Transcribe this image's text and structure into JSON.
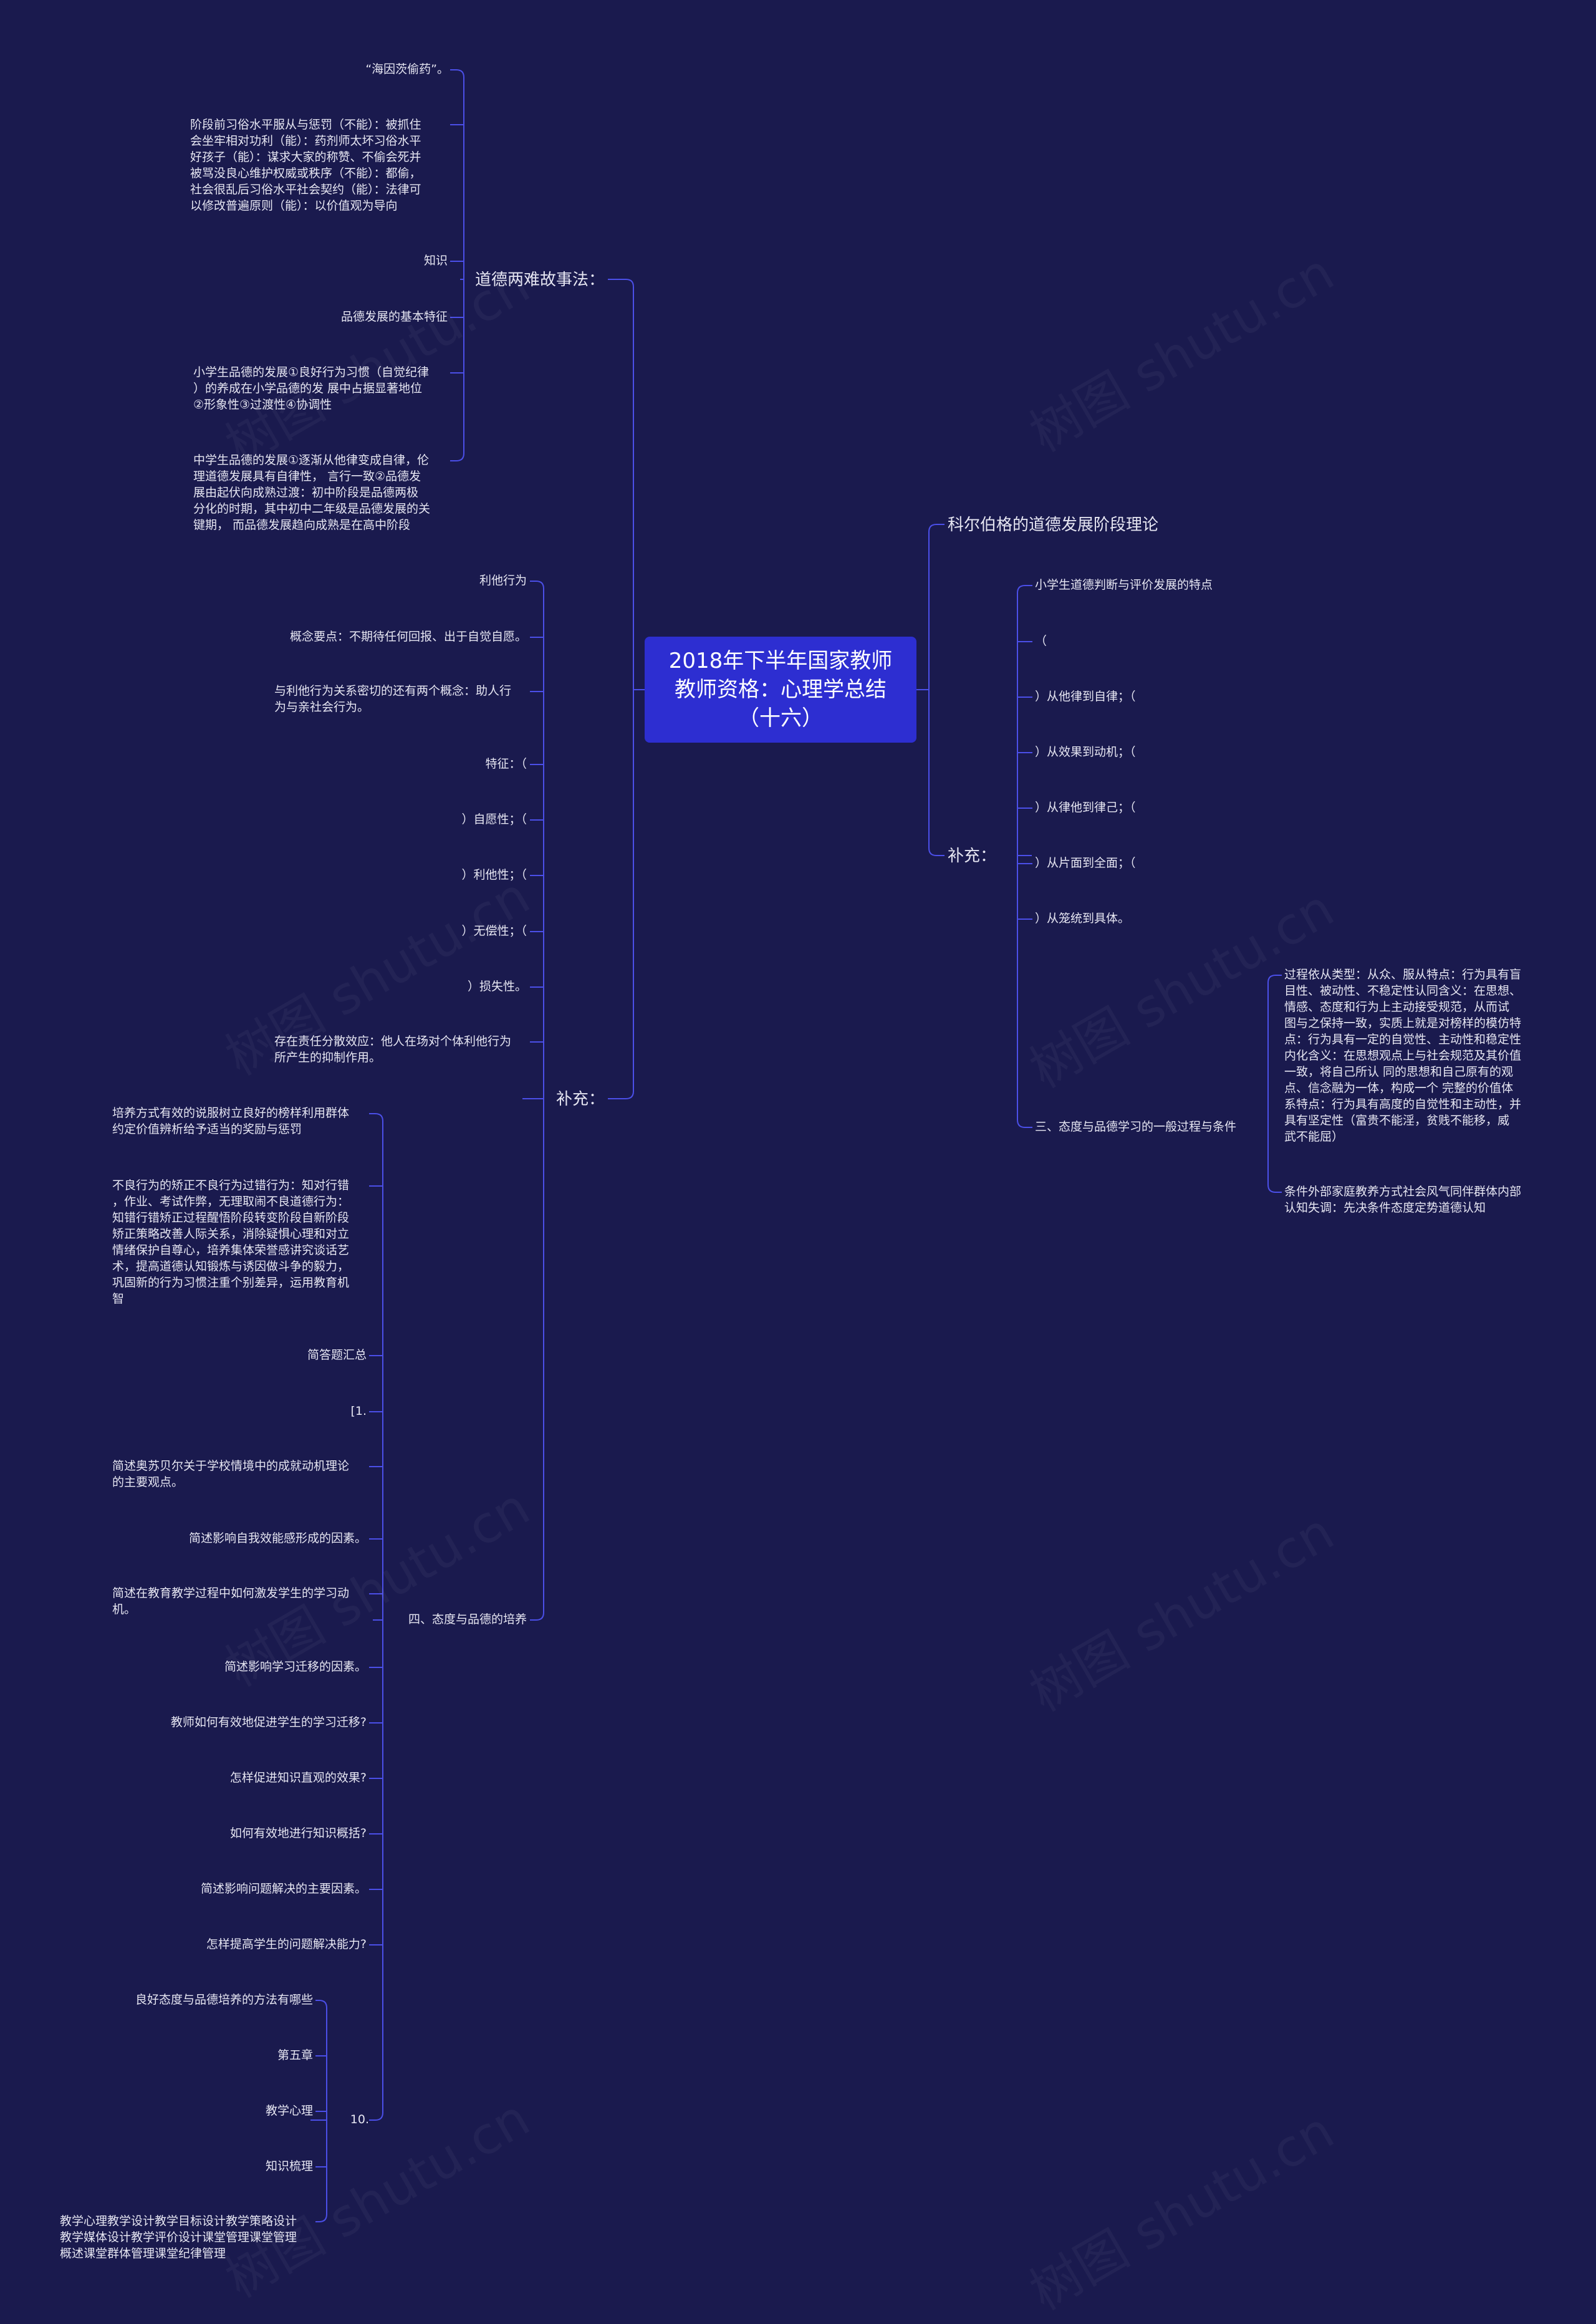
{
  "root": {
    "title": "2018年下半年国家教师教师资格：心理学总结（十六）"
  },
  "watermark": "树图 shutu.cn",
  "colors": {
    "background": "#1a1a4e",
    "root_fill": "#2d2ed1",
    "line": "#4b4fe8",
    "text": "#e6e6f2"
  },
  "left": {
    "moral_dilemma": {
      "label": "道德两难故事法：",
      "items": [
        "“海因茨偷药”。",
        "阶段前习俗水平服从与惩罚（不能）：被抓住\n会坐牢相对功利（能）：药剂师太坏习俗水平\n好孩子（能）：谋求大家的称赞、不偷会死并\n被骂没良心维护权威或秩序（不能）：都偷，\n社会很乱后习俗水平社会契约（能）：法律可\n以修改普遍原则（能）：以价值观为导向",
        "知识",
        "品德发展的基本特征",
        "小学生品德的发展①良好行为习惯（自觉纪律\n）的养成在小学品德的发 展中占据显著地位\n②形象性③过渡性④协调性",
        "中学生品德的发展①逐渐从他律变成自律，伦\n理道德发展具有自律性， 言行一致②品德发\n展由起伏向成熟过渡：初中阶段是品德两极\n分化的时期，其中初中二年级是品德发展的关\n键期， 而品德发展趋向成熟是在高中阶段"
      ]
    },
    "supplement": {
      "label": "补充：",
      "items": [
        "利他行为",
        "概念要点：不期待任何回报、出于自觉自愿。",
        "与利他行为关系密切的还有两个概念：助人行\n为与亲社会行为。",
        "特征：（",
        "）自愿性；（",
        "）利他性；（",
        "）无偿性；（",
        "）损失性。",
        "存在责任分散效应：他人在场对个体利他行为\n所产生的抑制作用。"
      ],
      "cultivation": {
        "label": "四、态度与品德的培养",
        "items": [
          "培养方式有效的说服树立良好的榜样利用群体\n约定价值辨析给予适当的奖励与惩罚",
          "不良行为的矫正不良行为过错行为：知对行错\n，作业、考试作弊，无理取闹不良道德行为：\n知错行错矫正过程醒悟阶段转变阶段自新阶段\n矫正策略改善人际关系，消除疑惧心理和对立\n情绪保护自尊心，培养集体荣誉感讲究谈话艺\n术，提高道德认知锻炼与诱因做斗争的毅力，\n巩固新的行为习惯注重个别差异，运用教育机\n智",
          "简答题汇总",
          "[1.",
          "简述奥苏贝尔关于学校情境中的成就动机理论\n的主要观点。",
          "简述影响自我效能感形成的因素。",
          "简述在教育教学过程中如何激发学生的学习动\n机。",
          "简述影响学习迁移的因素。",
          "教师如何有效地促进学生的学习迁移?",
          "怎样促进知识直观的效果?",
          "如何有效地进行知识概括?",
          "简述影响问题解决的主要因素。",
          "怎样提高学生的问题解决能力?"
        ],
        "ten": {
          "label": "10.",
          "items": [
            "良好态度与品德培养的方法有哪些",
            "第五章",
            "教学心理",
            "知识梳理",
            "教学心理教学设计教学目标设计教学策略设计\n教学媒体设计教学评价设计课堂管理课堂管理\n概述课堂群体管理课堂纪律管理"
          ]
        }
      }
    }
  },
  "right": {
    "kohlberg": {
      "label": "科尔伯格的道德发展阶段理论"
    },
    "supplement": {
      "label": "补充：",
      "items": [
        "小学生道德判断与评价发展的特点",
        "（",
        "）从他律到自律；（",
        "）从效果到动机；（",
        "）从律他到律己；（",
        "）从片面到全面；（",
        "）从笼统到具体。"
      ],
      "process": {
        "label": "三、态度与品德学习的一般过程与条件",
        "items": [
          "过程依从类型：从众、服从特点：行为具有盲\n目性、被动性、不稳定性认同含义：在思想、\n情感、态度和行为上主动接受规范，从而试\n图与之保持一致，实质上就是对榜样的模仿特\n点：行为具有一定的自觉性、主动性和稳定性\n内化含义：在思想观点上与社会规范及其价值\n一致，将自己所认 同的思想和自己原有的观\n点、信念融为一体，构成一个 完整的价值体\n系特点：行为具有高度的自觉性和主动性，并\n具有坚定性（富贵不能淫，贫贱不能移，威\n武不能屈）",
          "条件外部家庭教养方式社会风气同伴群体内部\n认知失调：先决条件态度定势道德认知"
        ]
      }
    }
  }
}
